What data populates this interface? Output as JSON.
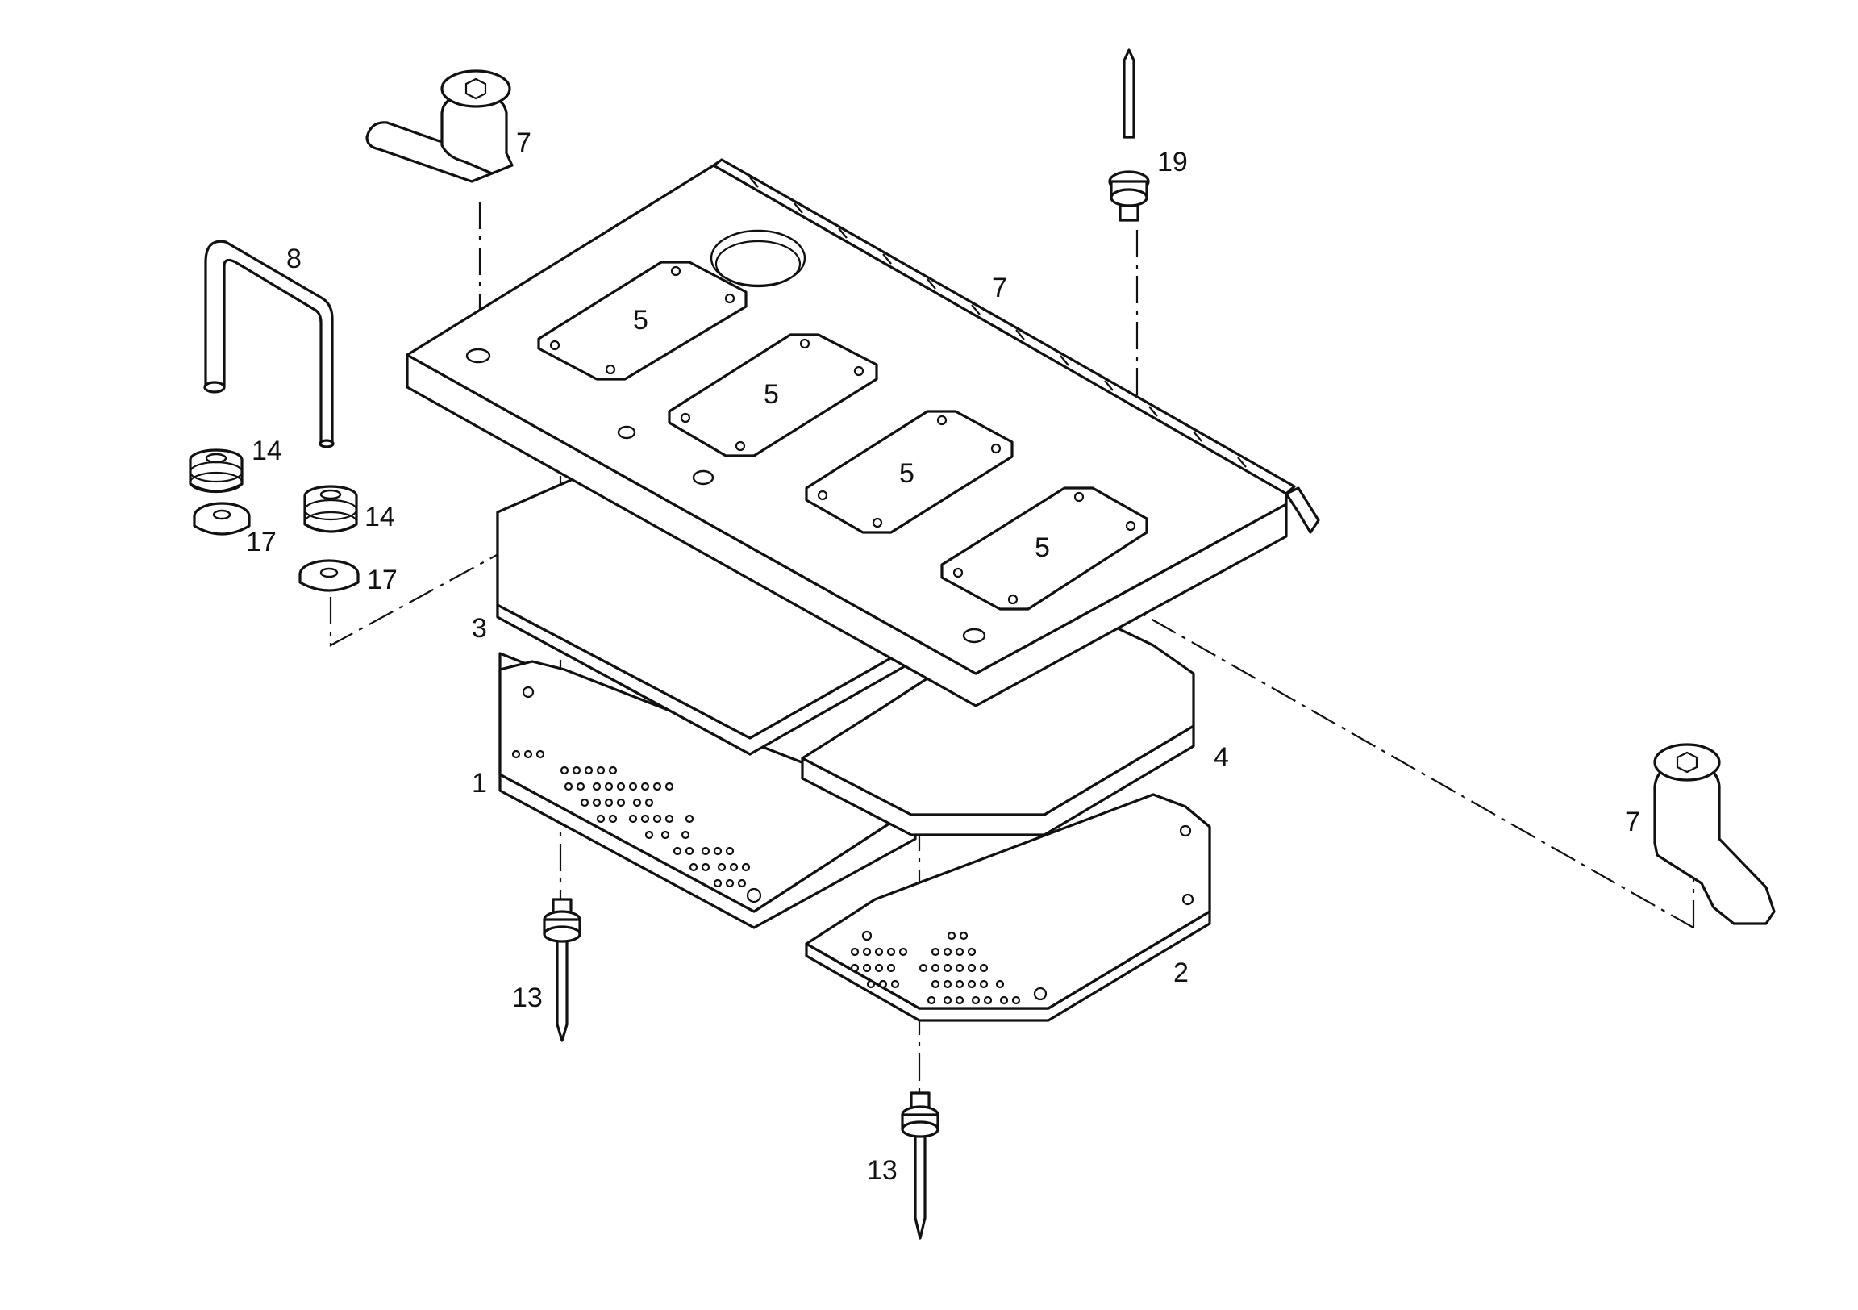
{
  "callouts": {
    "latch_top": "7",
    "pin_19": "19",
    "handle_8": "8",
    "lid_7": "7",
    "plate_5a": "5",
    "plate_5b": "5",
    "plate_5c": "5",
    "plate_5d": "5",
    "spring_14a": "14",
    "spring_14b": "14",
    "washer_17a": "17",
    "washer_17b": "17",
    "slab_3": "3",
    "slab_4": "4",
    "board_1": "1",
    "board_2": "2",
    "latch_right": "7",
    "pin_13a": "13",
    "pin_13b": "13"
  }
}
